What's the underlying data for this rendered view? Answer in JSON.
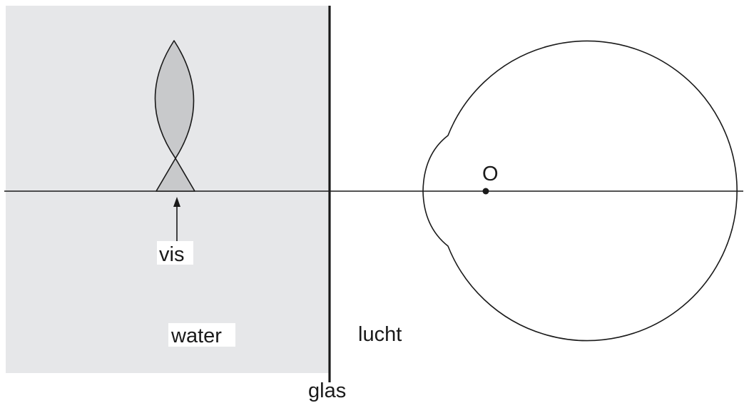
{
  "labels": {
    "fish": "vis",
    "water": "water",
    "air": "lucht",
    "glass": "glas",
    "point": "O"
  },
  "colors": {
    "water_region": "#e6e7e9",
    "fish_fill": "#c8c9cb",
    "stroke": "#1a1a1a",
    "background": "#ffffff"
  }
}
